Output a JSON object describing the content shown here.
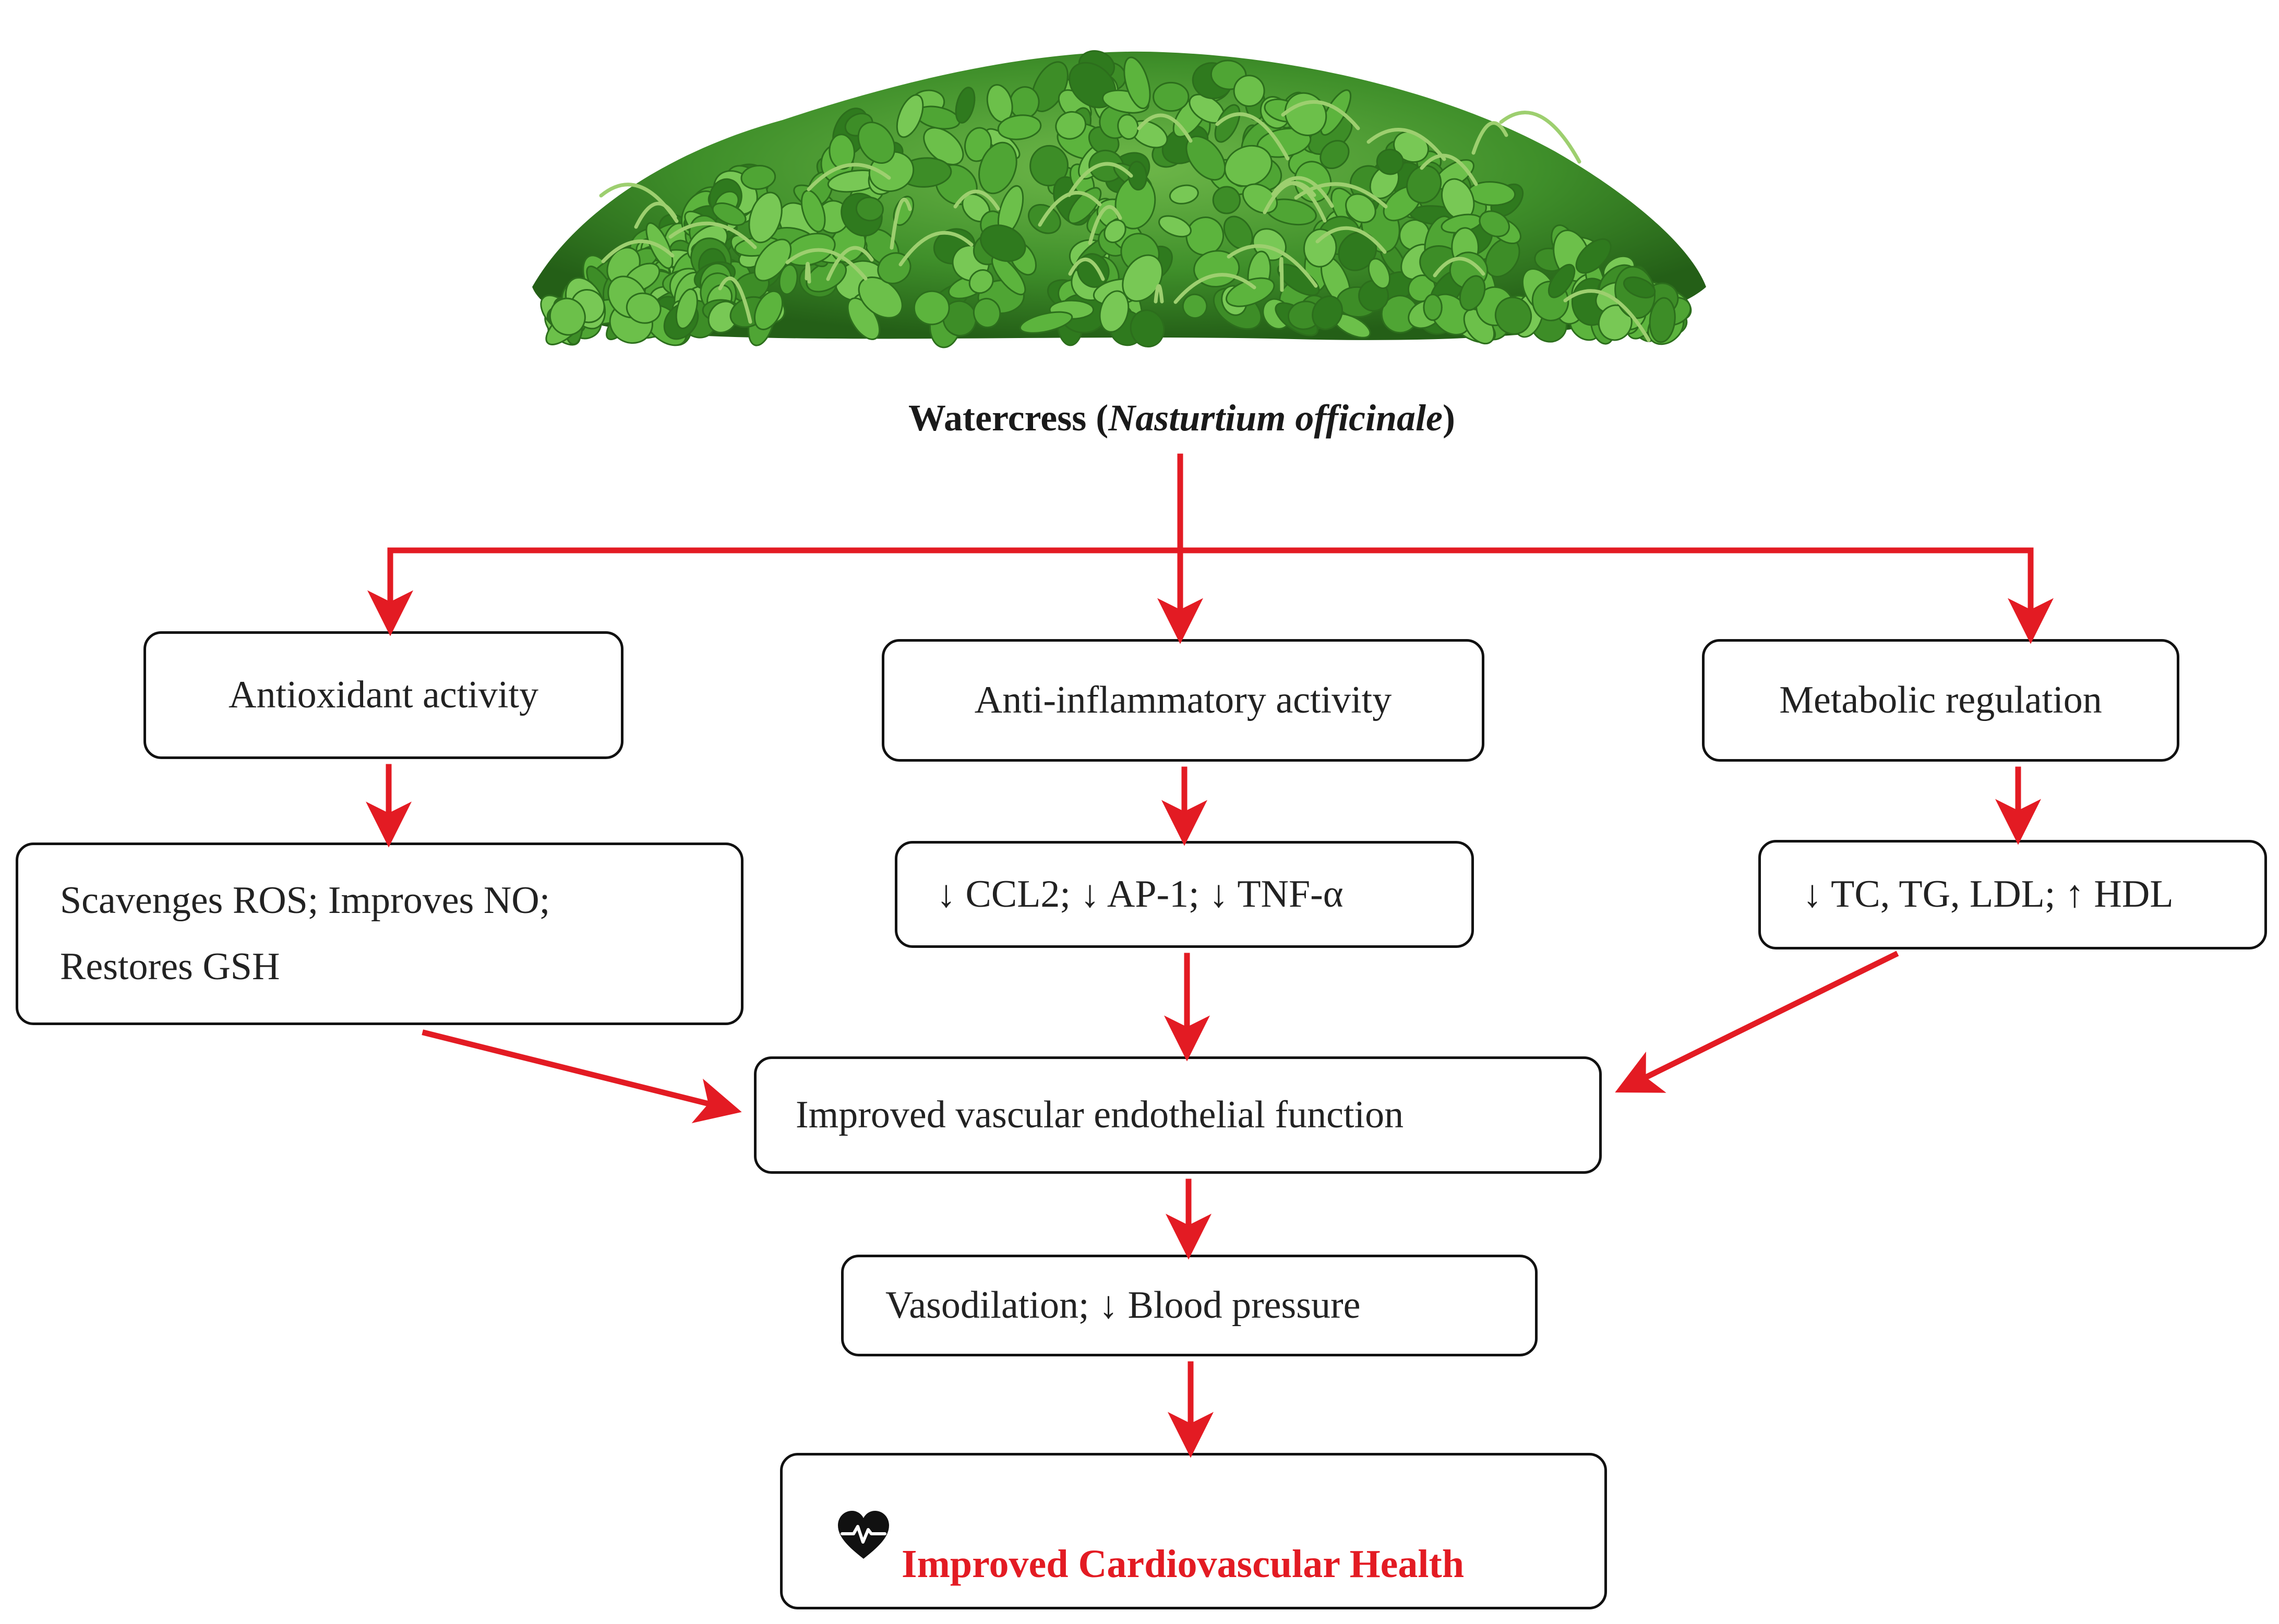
{
  "diagram": {
    "title_prefix": "Watercress (",
    "title_scientific": "Nasturtium officinale",
    "title_suffix": ")",
    "plant_image": "watercress-leaves",
    "branches": [
      {
        "label": "Antioxidant activity",
        "effect_line1": "Scavenges ROS; Improves NO;",
        "effect_line2": "Restores GSH"
      },
      {
        "label": "Anti-inflammatory activity",
        "effect_line1": "↓ CCL2; ↓ AP-1; ↓ TNF-α"
      },
      {
        "label": "Metabolic regulation",
        "effect_line1": "↓ TC, TG, LDL; ↑ HDL"
      }
    ],
    "convergence": "Improved vascular endothelial function",
    "outcome": "Vasodilation; ↓ Blood pressure",
    "final": "Improved Cardiovascular Health",
    "final_icon": "heart-pulse-icon",
    "colors": {
      "arrow": "#e31b23",
      "final_text": "#e31b23",
      "box_border": "#111111",
      "plant_green": "#3f8f2a"
    }
  }
}
